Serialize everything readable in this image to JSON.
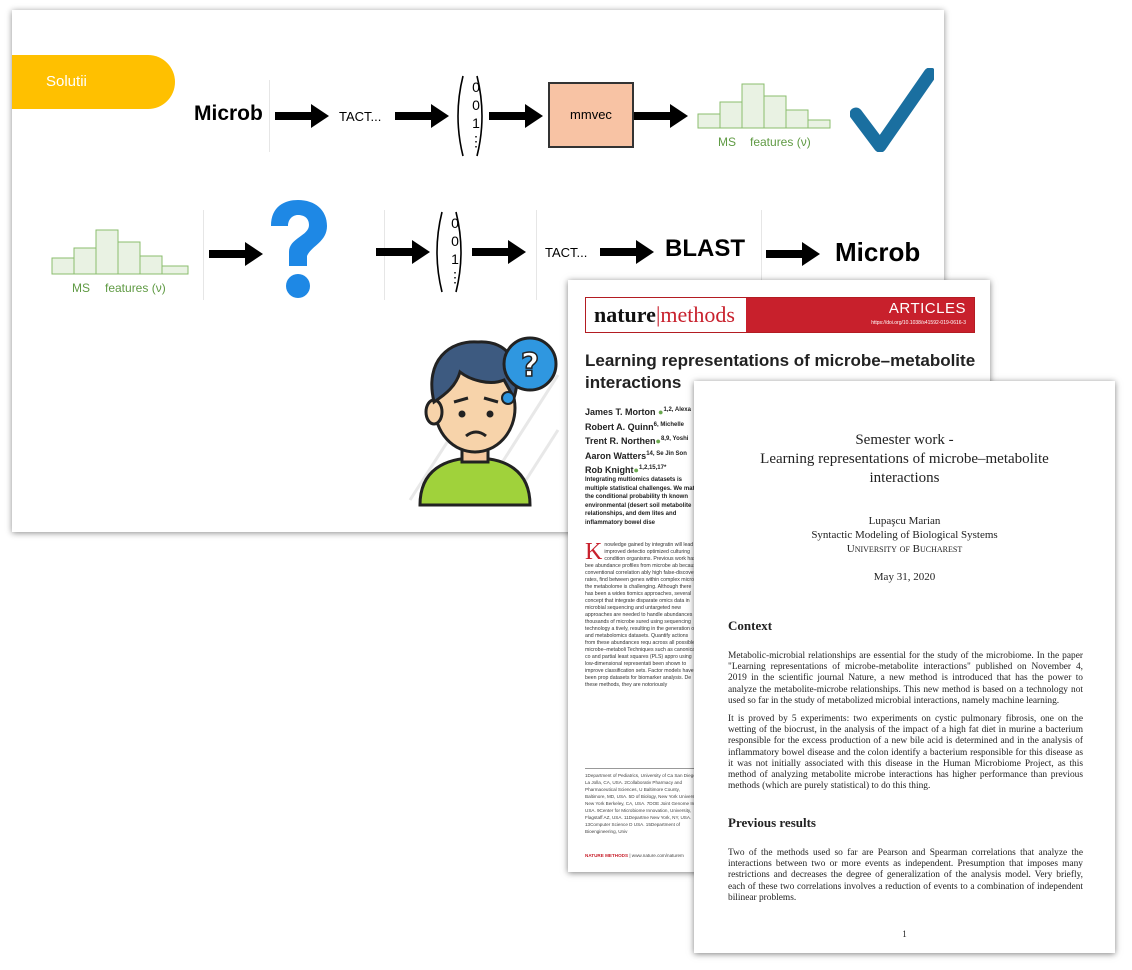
{
  "slide": {
    "tab_label": "Solutii",
    "row1": {
      "start": "Microb",
      "seq": "TACT...",
      "vector": [
        "0",
        "0",
        "1",
        "⋮"
      ],
      "model": "mmvec",
      "hist_label_ms": "MS",
      "hist_label_features": "features (ν)",
      "check_icon": "checkmark-icon",
      "check_color": "#1a6fa0"
    },
    "row2": {
      "hist_label_ms": "MS",
      "hist_label_features": "features (ν)",
      "question_icon": "question-mark-icon",
      "question_color": "#1e88e5",
      "vector": [
        "0",
        "0",
        "1",
        "⋮"
      ],
      "seq": "TACT...",
      "blast": "BLAST",
      "end": "Microb"
    },
    "confused_person_icon": "confused-person-icon"
  },
  "paper1": {
    "journal_left": "nature",
    "journal_right": "methods",
    "section": "ARTICLES",
    "doi": "https://doi.org/10.1038/s41592-019-0616-3",
    "title": "Learning representations of microbe–metabolite interactions",
    "authors": [
      "James T. Morton ",
      "Robert A. Quinn",
      "Trent R. Northen",
      "Aaron Watters",
      "Rob Knight"
    ],
    "authors_suffix": [
      "1,2, Alexa",
      "6, Michelle",
      "8,9, Yoshi",
      "14, Se Jin Son",
      "1,2,15,17*"
    ],
    "abstract": "Integrating multiomics datasets is multiple statistical challenges. We mate the conditional probability th known environmental (desert soil metabolite relationships, and dem lites and inflammatory bowel dise",
    "body": "nowledge gained by integratin will lead to improved detectio optimized culturing condition organisms. Previous work has bee abundance profiles from microbe ab because conventional correlation ably high false-discovery rates, find between genes within complex micro the metabolome is challenging. Although there has been a wides tiomics approaches, several concept that integrate disparate omics data in microbial sequencing and untargeted new approaches are needed to handle abundances of thousands of microbe sured using sequencing technology a tively, resulting in the generation of and metabolomics datasets. Quantify actions from these abundances requ across all possible microbe–metaboli Techniques such as canonical co and partial least squares (PLS) appro using low-dimensional representati been shown to improve classification sets. Factor models have been prop datasets for biomarker analysis. De these methods, they are notoriously",
    "body_dropcap": "K",
    "footnotes": "1Department of Pediatrics, University of Ca San Diego, La Jolla, CA, USA. 2Collaborativ Pharmacy and Pharmaceutical Sciences, U Baltimore County, Baltimore, MD, USA. 5D of Biology, New York University, New York Berkeley, CA, USA. 7DOE Joint Genome In USA. 9Center for Microbiome Innovation, University, Flagstaff AZ, USA. 11Departme New York, NY, USA. 13Computer Science D USA. 15Department of Bioengineering, Univ",
    "bottom_journal": "NATURE METHODS",
    "bottom_url": " | www.nature.com/naturem"
  },
  "paper2": {
    "title_line1": "Semester work -",
    "title_line2": "Learning representations of microbe–metabolite",
    "title_line3": "interactions",
    "author": "Lupaşcu Marian",
    "course": "Syntactic Modeling of Biological Systems",
    "university": "University of Bucharest",
    "date": "May 31, 2020",
    "section1_heading": "Context",
    "section1_p1": "Metabolic-microbial relationships are essential for the study of the microbiome. In the paper \"Learning representations of microbe-metabolite interactions\" published on November 4, 2019 in the scientific journal Nature, a new method is introduced that has the power to analyze the metabolite-microbe relationships. This new method is based on a technology not used so far in the study of metabolized microbial interactions, namely machine learning.",
    "section1_p2": "It is proved by 5 experiments: two experiments on cystic pulmonary fibrosis, one on the wetting of the biocrust, in the analysis of the impact of a high fat diet in murine a bacterium responsible for the excess production of a new bile acid is determined and in the analysis of inflammatory bowel disease and the colon identify a bacterium responsible for this disease as it was not initially associated with this disease in the Human Microbiome Project, as this method of analyzing metabolite microbe interactions has higher performance than previous methods (which are purely statistical) to do this thing.",
    "section2_heading": "Previous results",
    "section2_p1": "Two of the methods used so far are Pearson and Spearman correlations that analyze the interactions between two or more events as independent. Presumption that imposes many restrictions and decreases the degree of generalization of the analysis model. Very briefly, each of these two correlations involves a reduction of events to a combination of independent bilinear problems.",
    "page_number": "1"
  }
}
